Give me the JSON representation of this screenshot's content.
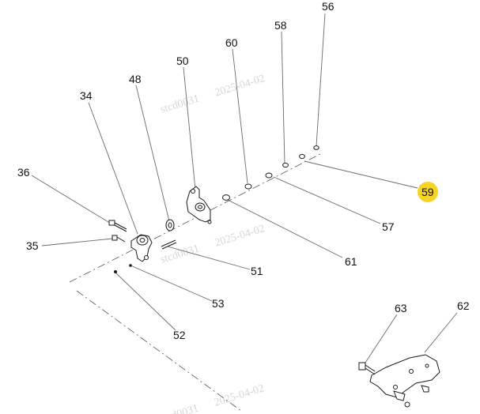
{
  "callouts": {
    "c56": "56",
    "c58": "58",
    "c60": "60",
    "c50": "50",
    "c48": "48",
    "c34": "34",
    "c36": "36",
    "c35": "35",
    "c59": "59",
    "c57": "57",
    "c61": "61",
    "c51": "51",
    "c53": "53",
    "c52": "52",
    "c63": "63",
    "c62": "62"
  },
  "highlight": {
    "callout": "59",
    "color": "#f5d327"
  },
  "watermark": {
    "user": "stcd0031",
    "date": "2025-04-02"
  }
}
